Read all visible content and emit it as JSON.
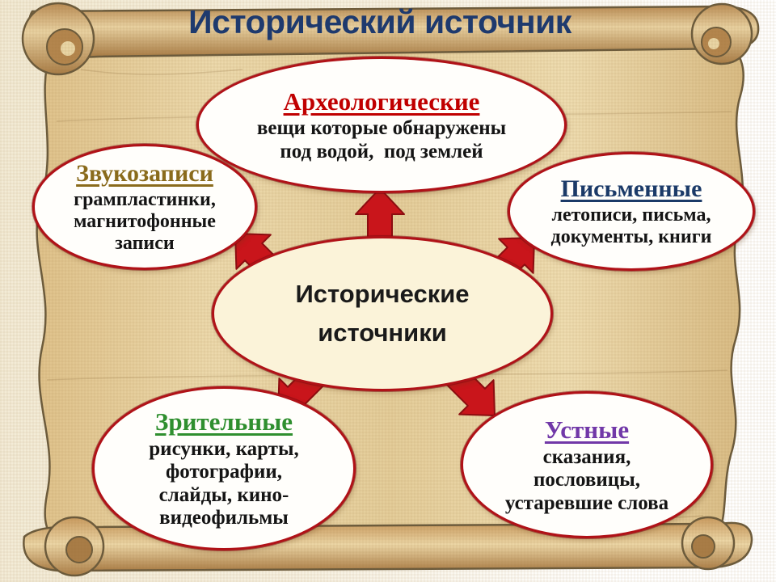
{
  "slide": {
    "title": "Исторический источник",
    "title_color": "#1e3a6e"
  },
  "center": {
    "line1": "Исторические",
    "line2": "источники",
    "fill": "#fbf3d9"
  },
  "nodes": {
    "archaeological": {
      "heading": "Археологические",
      "heading_color": "#c00000",
      "lines": [
        "вещи которые обнаружены",
        "под водой,  под землей"
      ]
    },
    "sound": {
      "heading": "Звукозаписи",
      "heading_color": "#8a6b1c",
      "lines": [
        "грампластинки,",
        "магнитофонные",
        "записи"
      ]
    },
    "written": {
      "heading": "Письменные",
      "heading_color": "#1b3a68",
      "lines": [
        "летописи, письма,",
        "документы, книги"
      ]
    },
    "visual": {
      "heading": "Зрительные",
      "heading_color": "#2f8f2f",
      "lines": [
        "рисунки, карты,",
        "фотографии,",
        "слайды, кино-",
        "видеофильмы"
      ]
    },
    "oral": {
      "heading": "Устные",
      "heading_color": "#7138a8",
      "lines": [
        "сказания,",
        "пословицы,",
        "устаревшие слова"
      ]
    }
  },
  "arrows": {
    "count": 5,
    "directions": [
      "up",
      "upper-left",
      "upper-right",
      "lower-left",
      "lower-right"
    ],
    "fill": "#c9151b",
    "outline": "#8c0d10"
  },
  "colors": {
    "ellipse_border_red": "#b01117",
    "parchment_tan": "#e7d3a3",
    "parchment_roll": "#c89a5f",
    "background_cream": "#f2ead4"
  }
}
